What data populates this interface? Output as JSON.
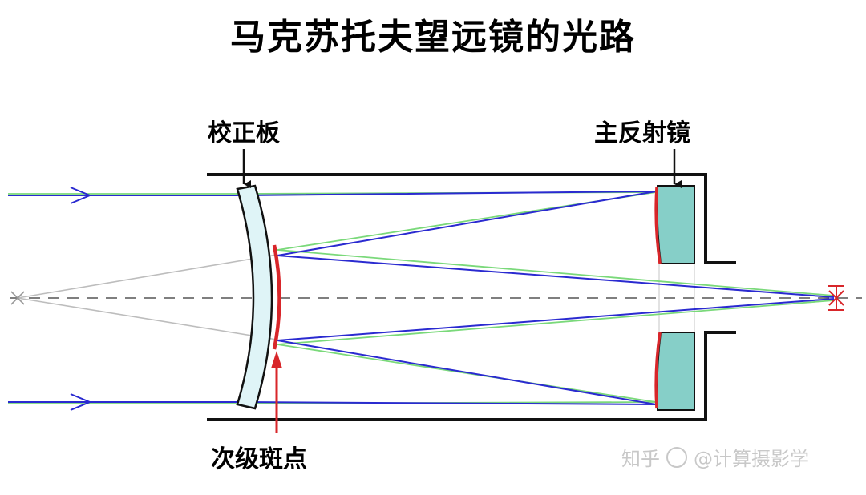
{
  "title": "马克苏托夫望远镜的光路",
  "labels": {
    "corrector": "校正板",
    "primary_mirror": "主反射镜",
    "secondary_spot": "次级斑点"
  },
  "watermark": {
    "site": "知乎",
    "account": "@计算摄影学"
  },
  "colors": {
    "blue_ray": "#2a2ad0",
    "green_ray": "#7ad97a",
    "grey_ray": "#bdbdbd",
    "red": "#d8262a",
    "lens_fill": "#dff4f7",
    "mirror_fill": "#86cfc8",
    "tube": "#111111"
  }
}
